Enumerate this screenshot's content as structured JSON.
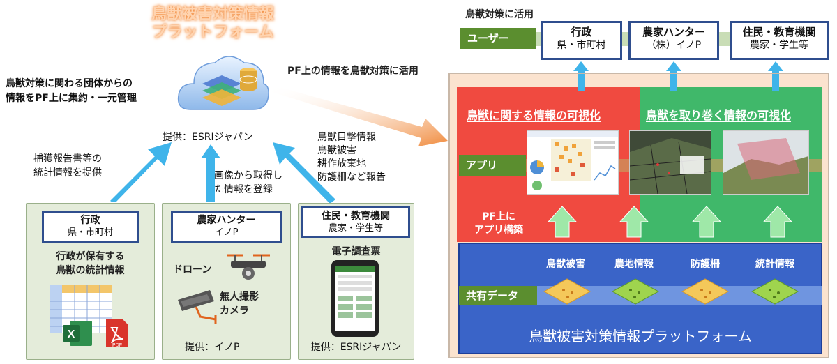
{
  "platform_title": [
    "鳥獣被害対策情報",
    "プラットフォーム"
  ],
  "aggregate_caption": "鳥獣対策に関わる団体からの\n情報をPF上に集約・一元管理",
  "esri_credit_top": "提供：ESRIジャパン",
  "arrow_label_pf_usage": "PF上の情報を鳥獣対策に活用",
  "label_capture_reports": "捕獲報告書等の\n統計情報を提供",
  "label_image_info": "画像から取得し\nた情報を登録",
  "label_resident_reports": "鳥獣目撃情報\n鳥獣被害\n耕作放棄地\n防護柵など報告",
  "sources": [
    {
      "title": "行政",
      "subtitle": "県・市町村",
      "desc": "行政が保有する\n鳥獣の統計情報"
    },
    {
      "title": "農家ハンター",
      "subtitle": "イノP",
      "drone": "ドローン",
      "camera": "無人撮影\nカメラ",
      "credit": "提供：イノP"
    },
    {
      "title": "住民・教育機関",
      "subtitle": "農家・学生等",
      "survey": "電子調査票",
      "credit": "提供：ESRIジャパン"
    }
  ],
  "usage_title": "鳥獣対策に活用",
  "user_tag": "ユーザー",
  "users": [
    {
      "title": "行政",
      "subtitle": "県・市町村"
    },
    {
      "title": "農家ハンター",
      "subtitle": "（株）イノP"
    },
    {
      "title": "住民・教育機関",
      "subtitle": "農家・学生等"
    }
  ],
  "viz_wildlife": "鳥獣に関する情報の可視化",
  "viz_surrounding": "鳥獣を取り巻く情報の可視化",
  "app_tag": "アプリ",
  "build_label": "PF上に\nアプリ構築",
  "shared_data_tag": "共有データ",
  "data_labels": [
    "鳥獣被害",
    "農地情報",
    "防護柵",
    "統計情報"
  ],
  "platform_footer": "鳥獣被害対策情報プラットフォーム",
  "colors": {
    "red_panel": "#f04a40",
    "green_panel": "#40b86a",
    "blue_panel": "#3a64c8",
    "tag_green": "#5b8e2f",
    "arrow_blue": "#3fb4ea",
    "arrow_orange": "#f08a3c",
    "arrow_light_green": "#9fe8a8",
    "box_border": "#2f4e8e"
  },
  "icons": [
    "cloud-icon",
    "database-icon",
    "drone-icon",
    "camera-icon",
    "excel-icon",
    "pdf-icon",
    "phone-icon",
    "spreadsheet-icon"
  ]
}
